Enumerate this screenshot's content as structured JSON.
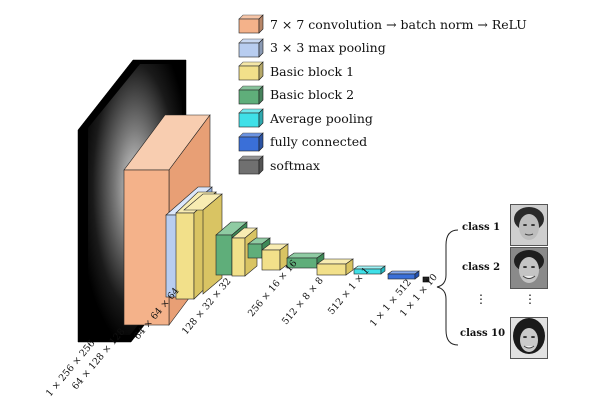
{
  "legend": [
    {
      "label": "7 × 7 convolution  → batch norm  → ReLU",
      "color": "#f4b28a"
    },
    {
      "label": "3 × 3 max pooling",
      "color": "#b8cdf0"
    },
    {
      "label": "Basic block 1",
      "color": "#f2e08a"
    },
    {
      "label": "Basic block 2",
      "color": "#5fae7a"
    },
    {
      "label": "Average pooling",
      "color": "#3fe0e8"
    },
    {
      "label": "fully connected",
      "color": "#3a6fd8"
    },
    {
      "label": "softmax",
      "color": "#707070"
    }
  ],
  "dimensions": [
    "1 × 256 × 256",
    "64 × 128 × 128",
    "64 × 64 × 64",
    "128 × 32 × 32",
    "256 × 16 × 16",
    "512 × 8 × 8",
    "512 × 1 × 1",
    "1 × 1 × 512",
    "1 × 1 × 10"
  ],
  "classes": [
    "class 1",
    "class 2",
    "class 10"
  ],
  "ellipsis": "⋮"
}
